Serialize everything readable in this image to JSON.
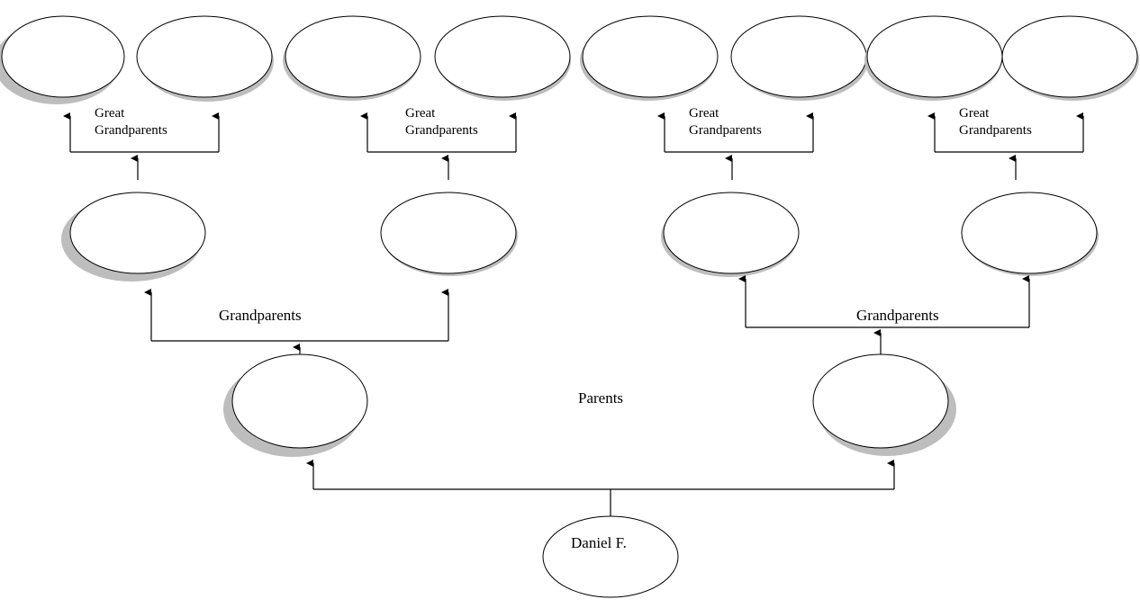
{
  "labels": {
    "great_grandparents": [
      [
        "Great",
        "Grandparents"
      ],
      [
        "Great",
        "Grandparents"
      ],
      [
        "Great",
        "Grandparents"
      ],
      [
        "Great",
        "Grandparents"
      ]
    ],
    "grandparents_left": "Grandparents",
    "grandparents_right": "Grandparents",
    "parents": "Parents",
    "root_name": "Daniel F."
  },
  "colors": {
    "line": "#000000",
    "oval_fill": "#ffffff",
    "shadow": "#bdbdbd"
  }
}
